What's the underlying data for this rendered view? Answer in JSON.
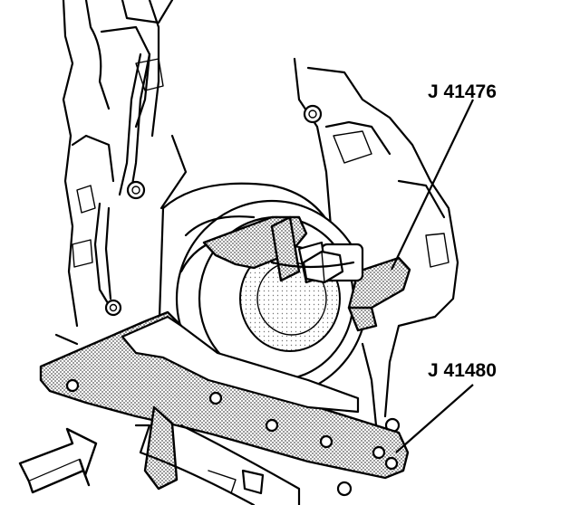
{
  "callouts": [
    {
      "id": "tool-upper",
      "label": "J 41476"
    },
    {
      "id": "tool-lower",
      "label": "J 41480"
    }
  ],
  "colors": {
    "ink": "#000000",
    "paper": "#ffffff",
    "stipple": "#8a8a8a"
  }
}
